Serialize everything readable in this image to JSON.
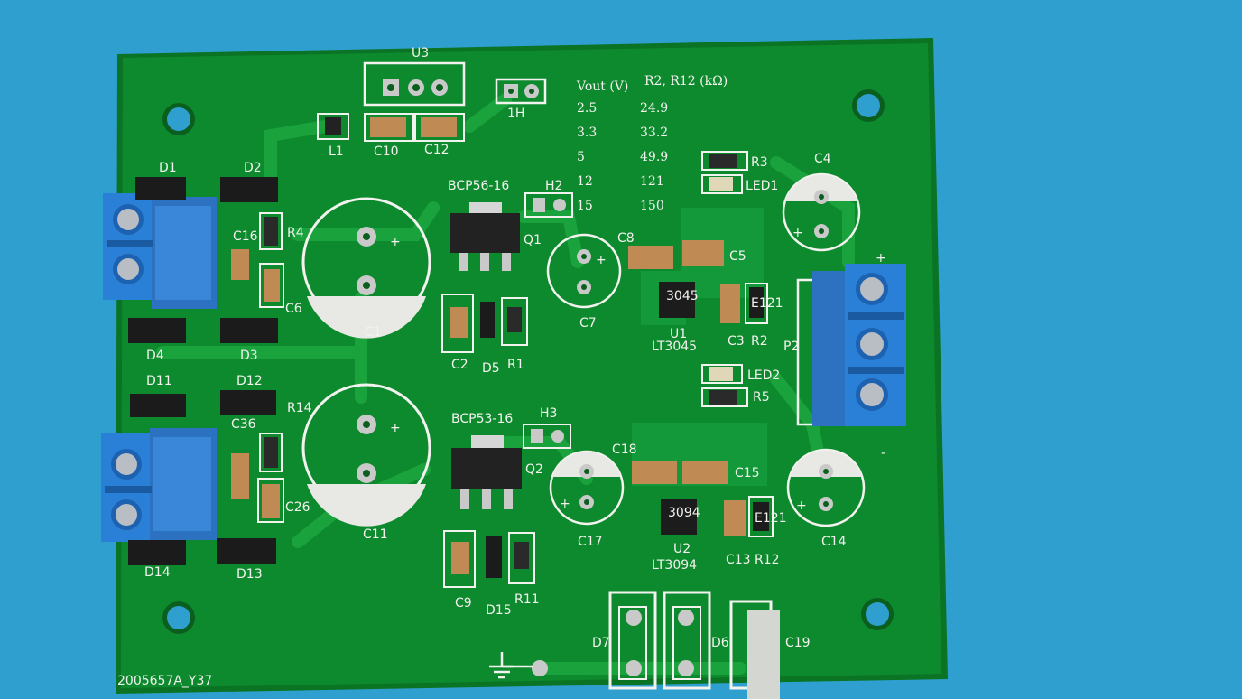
{
  "colors": {
    "background": "#2f9fd0",
    "board": "#0e8a2e",
    "board_edge": "#0a7424",
    "copper": "#1aa23c",
    "silkscreen": "#f2f2ee",
    "terminal_block": "#2a7fd6",
    "pad": "#c9c9c9"
  },
  "board": {
    "part_number": "2005657A_Y37"
  },
  "table": {
    "header_vout": "Vout (V)",
    "header_r": "R2, R12 (kΩ)",
    "rows": [
      {
        "vout": "2.5",
        "r": "24.9"
      },
      {
        "vout": "3.3",
        "r": "33.2"
      },
      {
        "vout": "5",
        "r": "49.9"
      },
      {
        "vout": "12",
        "r": "121"
      },
      {
        "vout": "15",
        "r": "150"
      }
    ]
  },
  "labels": {
    "u3": "U3",
    "h1": "1H",
    "l1": "L1",
    "c10": "C10",
    "c12": "C12",
    "d1": "D1",
    "d2": "D2",
    "d3": "D3",
    "d4": "D4",
    "c16": "C16",
    "r4": "R4",
    "c6": "C6",
    "c1": "C1",
    "bcp56": "BCP56-16",
    "h2": "H2",
    "q1": "Q1",
    "c8": "C8",
    "c5": "C5",
    "c7": "C7",
    "c2": "C2",
    "d5": "D5",
    "r1": "R1",
    "u1": "U1",
    "lt3045": "LT3045",
    "c3": "C3",
    "r2": "R2",
    "r3": "R3",
    "led1": "LED1",
    "c4": "C4",
    "plus1": "+",
    "p2": "P2",
    "led2": "LED2",
    "r5": "R5",
    "minus1": "-",
    "d11": "D11",
    "d12": "D12",
    "d13": "D13",
    "d14": "D14",
    "c36": "C36",
    "r14": "R14",
    "c26": "C26",
    "c11": "C11",
    "bcp53": "BCP53-16",
    "h3": "H3",
    "q2": "Q2",
    "c18": "C18",
    "c15": "C15",
    "c17": "C17",
    "c14": "C14",
    "c9": "C9",
    "d15": "D15",
    "r11": "R11",
    "u2": "U2",
    "lt3094": "LT3094",
    "c13": "C13",
    "r12": "R12",
    "d7": "D7",
    "d6": "D6",
    "c19": "C19",
    "cap_plus": "+"
  },
  "chip_markings": {
    "u1": "3045",
    "u2": "3094",
    "r2": "E121",
    "r12": "E121"
  }
}
